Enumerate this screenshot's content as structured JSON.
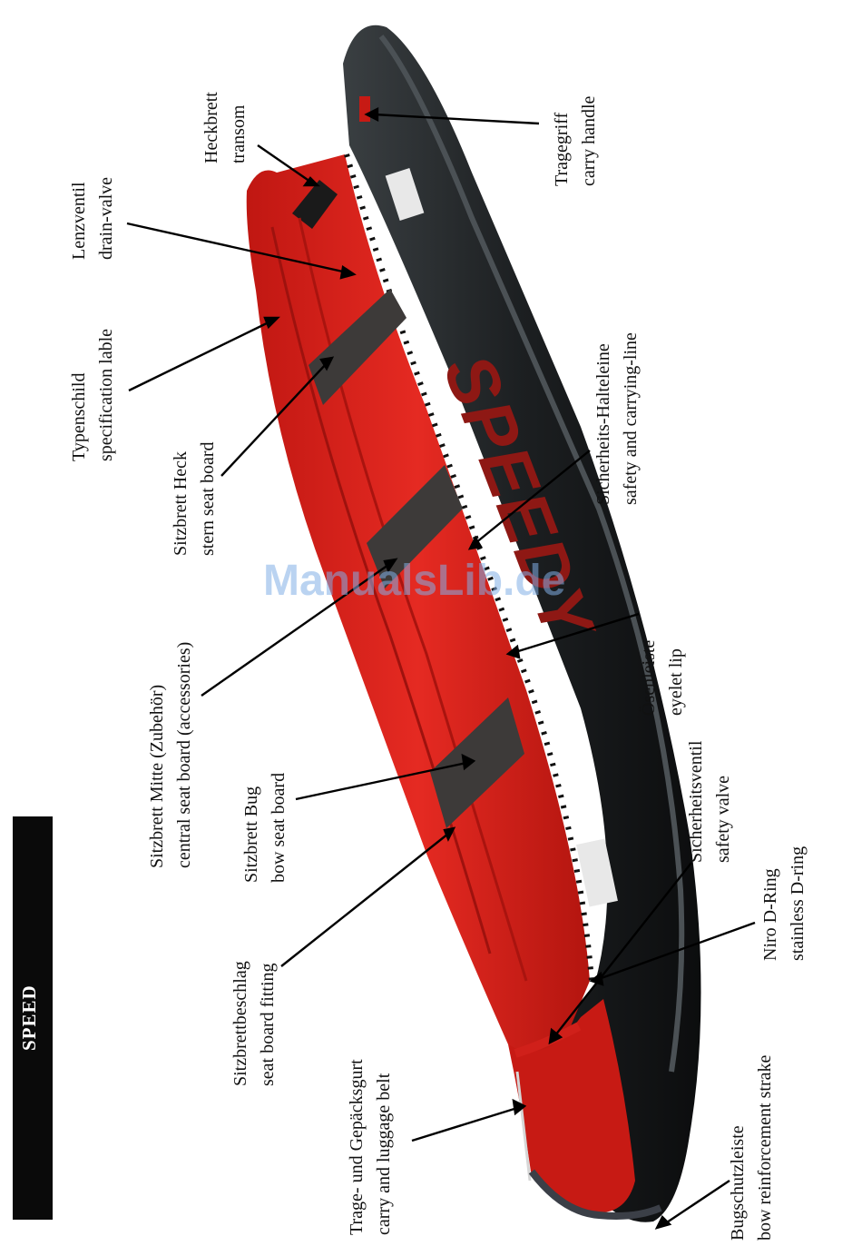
{
  "side_tab": {
    "label": "SPEED"
  },
  "watermark": "ManualsLib.de",
  "boat": {
    "brand_text": "SPEEDY",
    "hull_color": "#e0231c",
    "tube_color": "#1f2326",
    "board_color": "#3d3a39"
  },
  "labels": {
    "heckbrett": {
      "de": "Heckbrett",
      "en": "transom"
    },
    "tragegriff": {
      "de": "Tragegriff",
      "en": "carry handle"
    },
    "lenzventil": {
      "de": "Lenzventil",
      "en": "drain-valve"
    },
    "typenschild": {
      "de": "Typenschild",
      "en": "specification lable"
    },
    "sitzbrett_heck": {
      "de": "Sitzbrett Heck",
      "en": "stern seat board"
    },
    "sicherheits_halteleine": {
      "de": "Sicherheits-Halteleine",
      "en": "safety  and carrying-line"
    },
    "sitzbrett_mitte": {
      "de": "Sitzbrett Mitte (Zubehör)",
      "en": "central  seat board (accessories)"
    },
    "oesenleiste": {
      "de": "Ösenleiste",
      "en": "eyelet lip"
    },
    "sitzbrett_bug": {
      "de": "Sitzbrett Bug",
      "en": "bow seat board"
    },
    "sicherheitsventil": {
      "de": "Sicherheitsventil",
      "en": "safety valve"
    },
    "niro_d_ring": {
      "de": "Niro D-Ring",
      "en": "stainless D-ring"
    },
    "sitzbrettbeschlag": {
      "de": "Sitzbrettbeschlag",
      "en": "seat board fitting"
    },
    "trage_gepaecksgurt": {
      "de": "Trage- und Gepäcksgurt",
      "en": "carry and luggage belt"
    },
    "bugschutzleiste": {
      "de": "Bugschutzleiste",
      "en": "bow reinforcement strake"
    }
  }
}
